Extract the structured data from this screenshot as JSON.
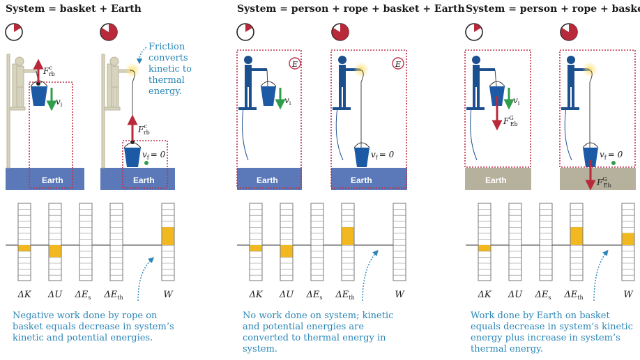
{
  "panels": [
    {
      "title": "System = basket + Earth",
      "caption": "Negative work done by rope on basket equals decrease in system’s kinetic and potential energies.",
      "ground_label": "Earth",
      "ground_label_2": "Earth",
      "note": "Friction converts kinetic to thermal energy."
    },
    {
      "title": "System = person + rope + basket + Earth",
      "caption": "No work done on system; kinetic and potential energies are converted to thermal energy in system.",
      "ground_label": "Earth",
      "ground_label_2": "Earth"
    },
    {
      "title": "System = person + rope + basket",
      "caption": "Work done by Earth on basket equals decrease in system’s kinetic energy plus increase in system’s thermal energy.",
      "ground_label": "Earth"
    }
  ],
  "vectors": {
    "f_rb": "F",
    "f_rb_sup": "c",
    "f_rb_sub": "rb",
    "f_eb": "F",
    "f_eb_sup": "G",
    "f_eb_sub": "Eb",
    "v_i": "v",
    "v_i_sub": "i",
    "v_f": "v",
    "v_f_sub": "f",
    "equals_zero": "= 0",
    "energy_symbol": "E"
  },
  "bar_labels": [
    "ΔK",
    "ΔU",
    "ΔE",
    "ΔE",
    "W"
  ],
  "bar_label_subs": [
    "",
    "",
    "s",
    "th",
    ""
  ],
  "charts": [
    {
      "values": [
        -1,
        -2,
        0,
        0,
        3
      ]
    },
    {
      "values": [
        -1,
        -2,
        0,
        3,
        0
      ]
    },
    {
      "values": [
        -1,
        0,
        0,
        3,
        2
      ]
    }
  ],
  "colors": {
    "title": "#1a1a1a",
    "caption": "#2b86b5",
    "ground_blue": "#5b79b8",
    "ground_tan": "#b5b19c",
    "system_border": "#c0304a",
    "bar_fill": "#f2b81f",
    "arrow_red": "#b8293a",
    "arrow_green": "#2e9e4a",
    "person_blue": "#1c4f8e",
    "person_tan": "#d8d3bd"
  },
  "icons": [
    "clock-icon",
    "person-icon",
    "bucket-icon",
    "glow-icon"
  ]
}
